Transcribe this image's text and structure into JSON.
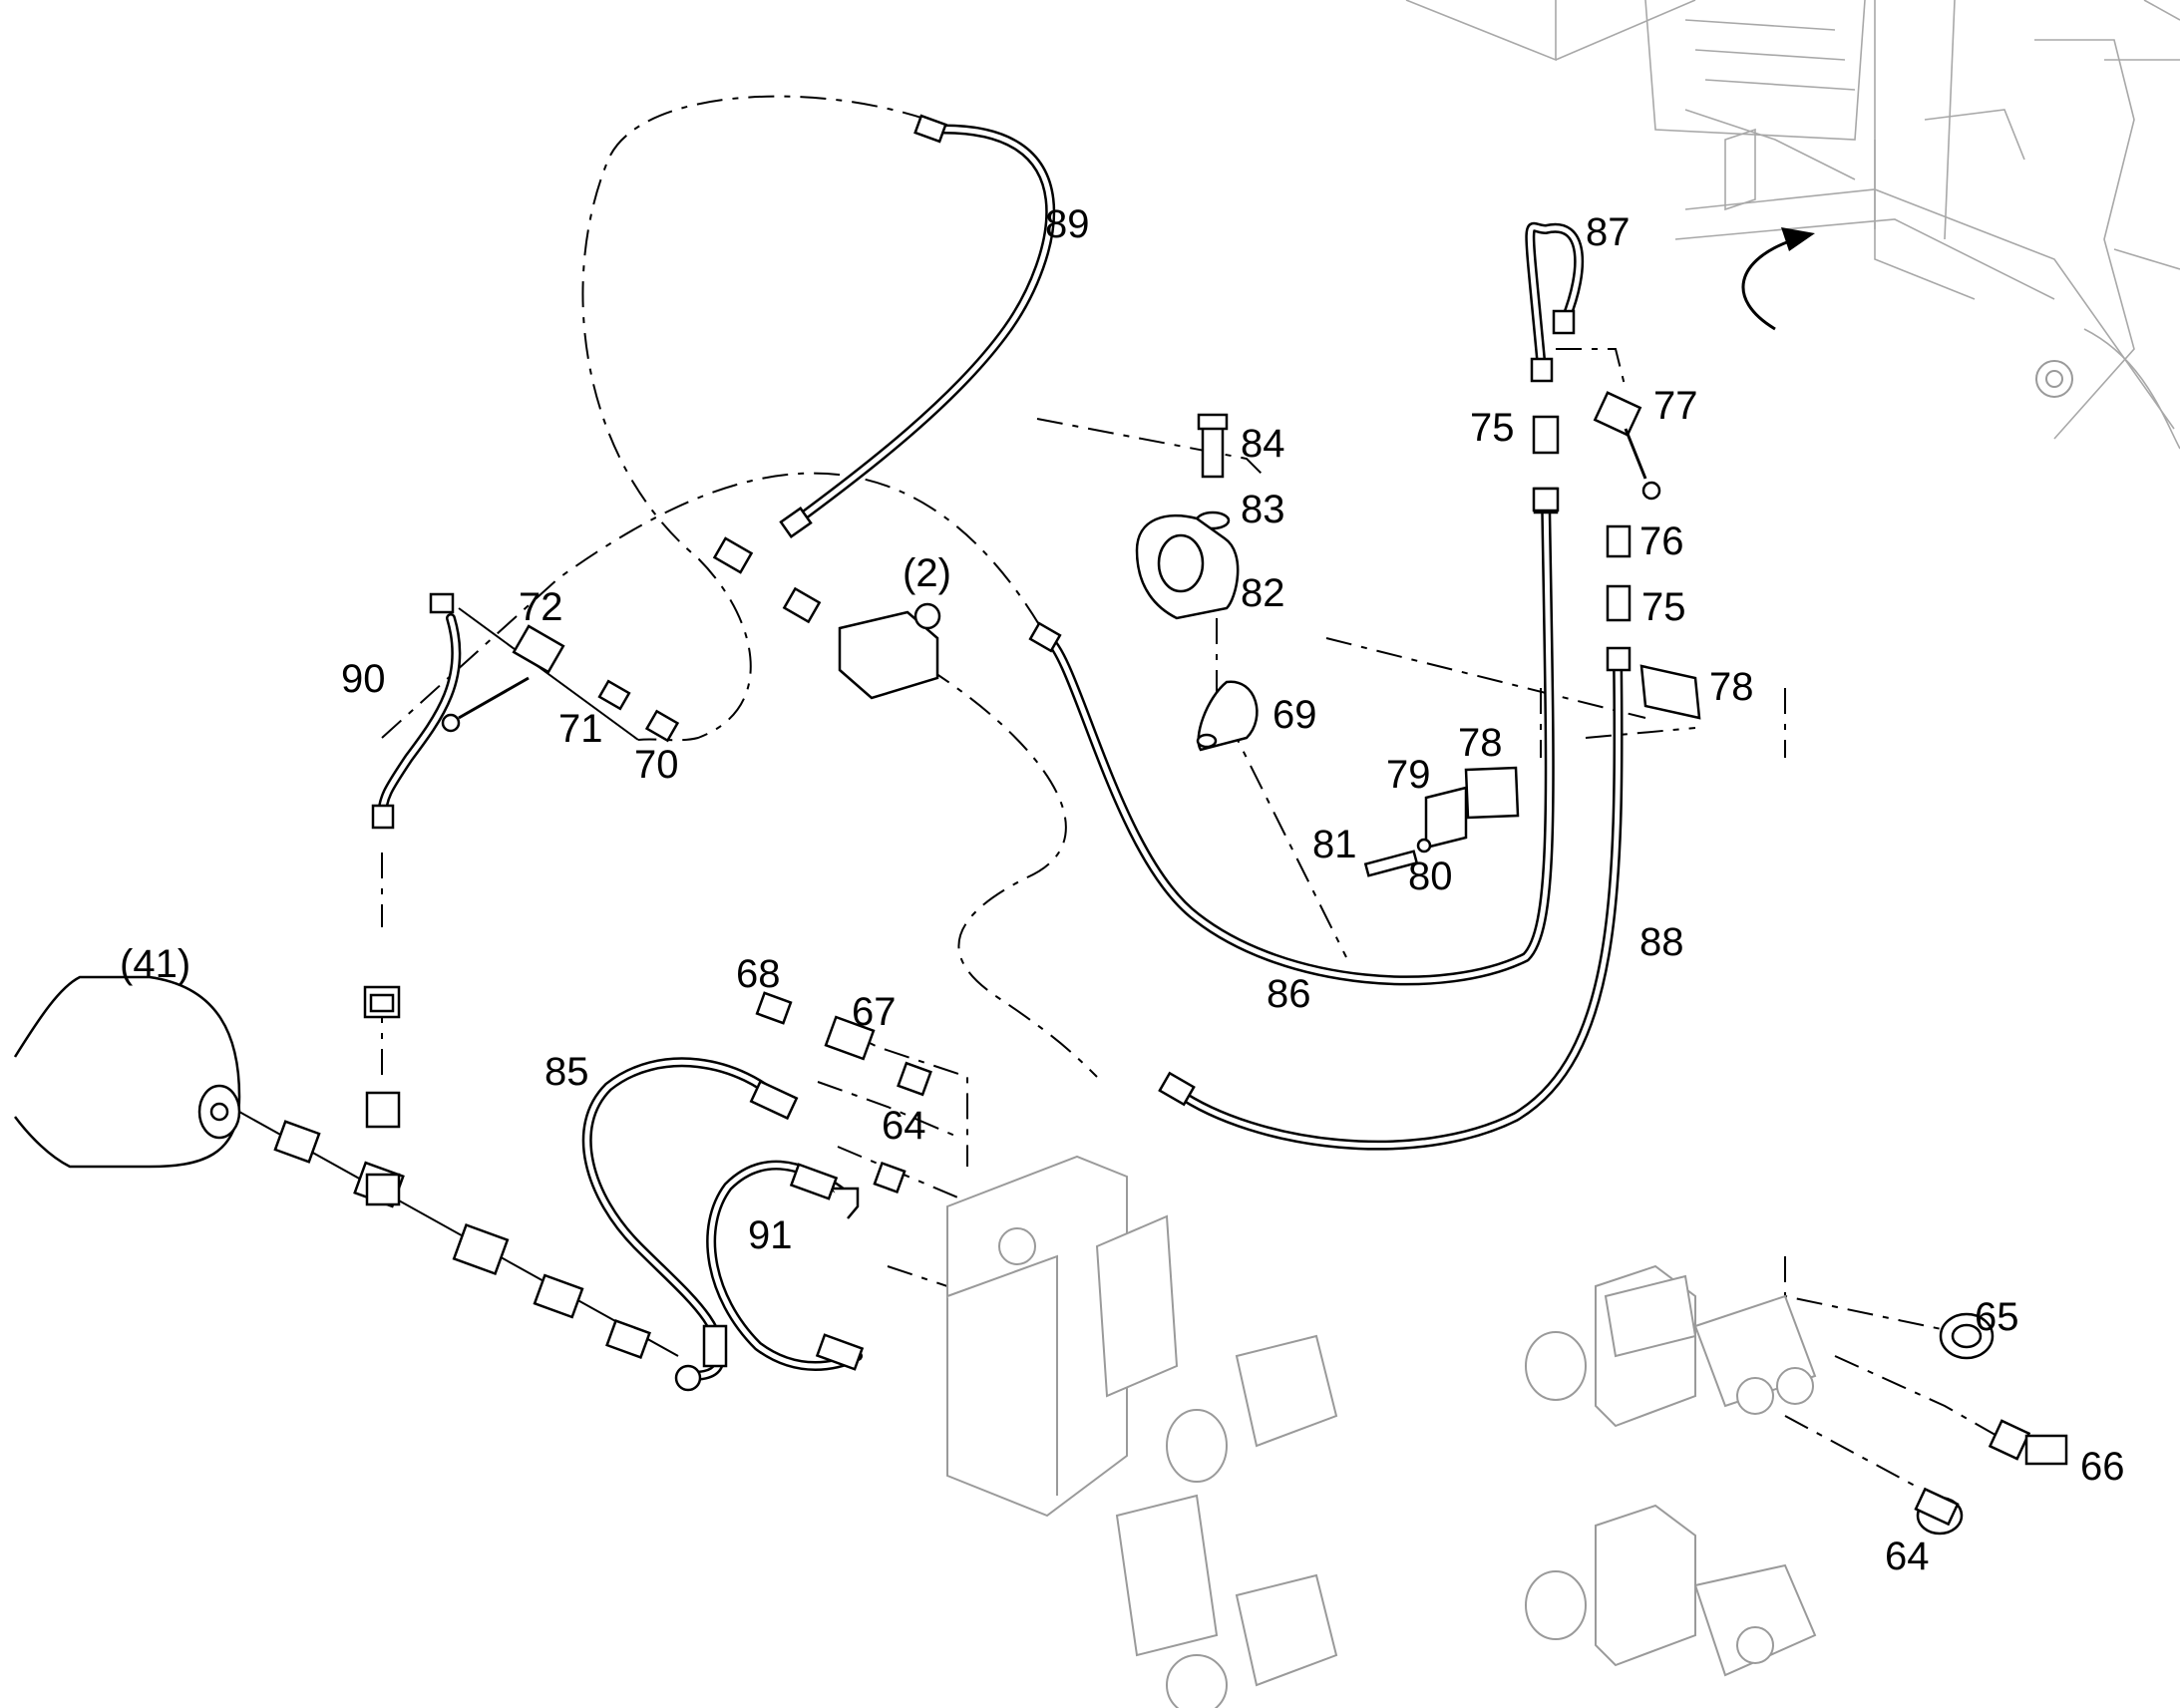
{
  "figure": {
    "labels": {
      "l2": "(2)",
      "l41": "(41)",
      "l64a": "64",
      "l64b": "64",
      "l65": "65",
      "l66": "66",
      "l67": "67",
      "l68": "68",
      "l69": "69",
      "l70": "70",
      "l71": "71",
      "l72": "72",
      "l75a": "75",
      "l75b": "75",
      "l76": "76",
      "l77": "77",
      "l78a": "78",
      "l78b": "78",
      "l79": "79",
      "l80": "80",
      "l81": "81",
      "l82": "82",
      "l83": "83",
      "l84": "84",
      "l85": "85",
      "l86": "86",
      "l87": "87",
      "l88": "88",
      "l89": "89",
      "l90": "90",
      "l91": "91"
    }
  }
}
